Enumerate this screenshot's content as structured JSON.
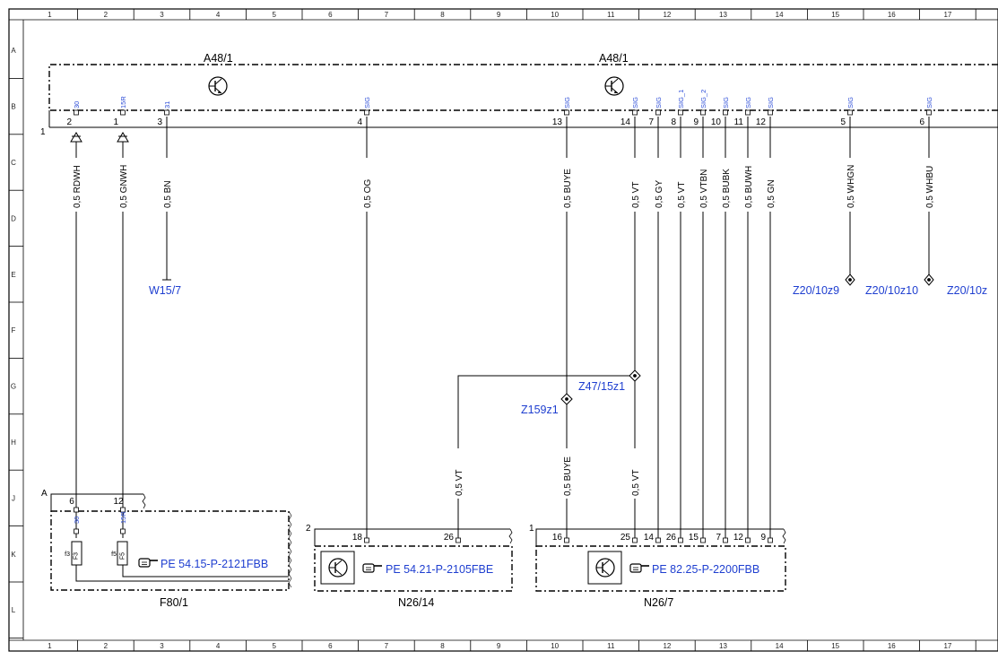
{
  "ruler": {
    "columns": [
      "1",
      "2",
      "3",
      "4",
      "5",
      "6",
      "7",
      "8",
      "9",
      "10",
      "11",
      "12",
      "13",
      "14",
      "15",
      "16",
      "17"
    ],
    "rows": [
      "A",
      "B",
      "C",
      "D",
      "E",
      "F",
      "G",
      "H",
      "J",
      "K",
      "L"
    ]
  },
  "modules": {
    "a48_left": "A48/1",
    "a48_right": "A48/1",
    "connector_main": "1",
    "f80_conn": "A",
    "n26_14_conn": "2",
    "n26_7_conn": "1",
    "f80": "F80/1",
    "n26_14": "N26/14",
    "n26_7": "N26/7"
  },
  "a48_pins": [
    {
      "num": "2",
      "sig": "30"
    },
    {
      "num": "1",
      "sig": "15R"
    },
    {
      "num": "3",
      "sig": "31"
    },
    {
      "num": "4",
      "sig": "SIG"
    },
    {
      "num": "13",
      "sig": "SIG"
    },
    {
      "num": "14",
      "sig": "SIG"
    },
    {
      "num": "7",
      "sig": "SIG"
    },
    {
      "num": "8",
      "sig": "SIG_1"
    },
    {
      "num": "9",
      "sig": "SIG_2"
    },
    {
      "num": "10",
      "sig": "SIG"
    },
    {
      "num": "11",
      "sig": "SIG"
    },
    {
      "num": "12",
      "sig": "SIG"
    },
    {
      "num": "5",
      "sig": "SIG"
    },
    {
      "num": "6",
      "sig": "SIG"
    }
  ],
  "wires": [
    "0,5 RDWH",
    "0,5 GNWH",
    "0,5 BN",
    "0,5 OG",
    "0,5 BUYE",
    "0,5 VT",
    "0,5 GY",
    "0,5 VT",
    "0,5 VTBN",
    "0,5 BUBK",
    "0,5 BUWH",
    "0,5 GN",
    "0,5 WHGN",
    "0,5 WHBU"
  ],
  "lower_wires": [
    "0,5 VT",
    "0,5 BUYE",
    "0,5 VT"
  ],
  "refs": {
    "w15": "W15/7",
    "z20_9": "Z20/10z9",
    "z20_10": "Z20/10z10",
    "z20_next": "Z20/10z",
    "z47": "Z47/15z1",
    "z159": "Z159z1"
  },
  "f80_pins": [
    {
      "num": "6",
      "sig": "30",
      "fuse": "f3",
      "fuse_inner": "F3"
    },
    {
      "num": "12",
      "sig": "15R",
      "fuse": "f5",
      "fuse_inner": "F5"
    }
  ],
  "n26_14_pins": [
    "18",
    "26"
  ],
  "n26_7_pins": [
    "16",
    "25",
    "14",
    "26",
    "15",
    "7",
    "12",
    "9"
  ],
  "pe_refs": {
    "f80": "PE 54.15-P-2121FBB",
    "n26_14": "PE 54.21-P-2105FBE",
    "n26_7": "PE 82.25-P-2200FBB"
  },
  "colors": {
    "wire": "#000000",
    "link_blue": "#1f3fd0",
    "signal_blue": "#2a4bd7"
  }
}
